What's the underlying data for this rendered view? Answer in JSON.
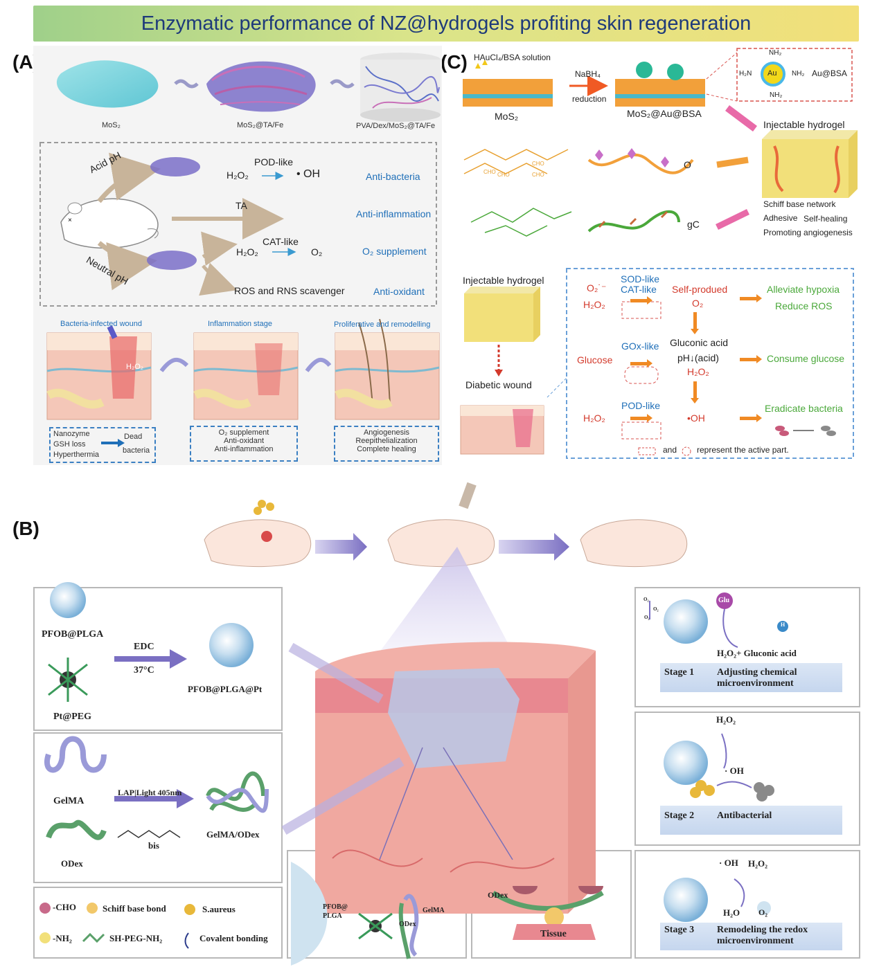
{
  "title": "Enzymatic performance of NZ@hydrogels profiting skin regeneration",
  "panels": {
    "a": "(A)",
    "b": "(B)",
    "c": "(C)"
  },
  "panelA": {
    "mos2": "MoS₂",
    "mos2_ta_fe": "MoS₂@TA/Fe",
    "pva": "PVA/Dex/MoS₂@TA/Fe",
    "acid_ph": "Acid pH",
    "neutral_ph": "Neutral pH",
    "pod_like": "POD-like",
    "h2o2_a": "H₂O₂",
    "oh": "• OH",
    "anti_bacteria": "Anti-bacteria",
    "ta": "TA",
    "anti_inflammation": "Anti-inflammation",
    "cat_like": "CAT-like",
    "h2o2_b": "H₂O₂",
    "o2": "O₂",
    "o2_supplement": "O₂ supplement",
    "ros_rns": "ROS and RNS scavenger",
    "anti_oxidant": "Anti-oxidant",
    "stage1": "Bacteria-infected wound",
    "stage2": "Inflammation stage",
    "stage3": "Proliferative and remodelling",
    "h2o2_wound": "H₂O₂",
    "box1_left": [
      "Nanozyme",
      "GSH loss",
      "Hyperthermia"
    ],
    "box1_dead": "Dead",
    "box1_bacteria": "bacteria",
    "box2": [
      "O₂ supplement",
      "Anti-oxidant",
      "Anti-inflammation"
    ],
    "box3": [
      "Angiogenesis",
      "Reepithelialization",
      "Complete healing"
    ]
  },
  "panelC": {
    "haucl": "HAuCl₄/BSA solution",
    "nabh4": "NaBH₄",
    "reduction": "reduction",
    "mos2": "MoS₂",
    "mos2_au": "MoS₂@Au@BSA",
    "nh2_top": "NH₂",
    "h2n": "H₂N",
    "au": "Au",
    "nh2_right": "NH₂",
    "nh2_bottom": "NH₂",
    "au_bsa": "Au@BSA",
    "injectable_title": "Injectable hydrogel",
    "cho1": "CHO",
    "cho2": "CHO",
    "cho3": "CHO",
    "cho4": "CHO",
    "o_label": "O",
    "gc_label": "gC",
    "prop1": "Schiff base network",
    "prop2": "Adhesive",
    "prop3": "Self-healing",
    "prop4": "Promoting angiogenesis",
    "injectable2": "Injectable hydrogel",
    "diabetic": "Diabetic wound",
    "o2_radical": "O₂˙⁻",
    "h2o2_1": "H₂O₂",
    "sod": "SOD-like",
    "cat": "CAT-like",
    "self_produced": "Self-produed",
    "o2_2": "O₂",
    "alleviate": "Alleviate hypoxia",
    "reduce": "Reduce ROS",
    "glucose": "Glucose",
    "gox": "GOx-like",
    "gluconic": "Gluconic acid",
    "ph_acid": "pH↓(acid)",
    "h2o2_2": "H₂O₂",
    "consume": "Consume glucose",
    "h2o2_3": "H₂O₂",
    "pod": "POD-like",
    "oh": "•OH",
    "eradicate": "Eradicate bacteria",
    "legend_and": "and",
    "legend_text": "represent the active part."
  },
  "panelB": {
    "pfob_plga": "PFOB@PLGA",
    "edc": "EDC",
    "temp": "37°C",
    "pfob_plga_pt": "PFOB@PLGA@Pt",
    "pt_peg": "Pt@PEG",
    "gelma": "GelMA",
    "lap": "LAP|Light 405nm",
    "gelma_odex": "GelMA/ODex",
    "odex": "ODex",
    "bis": "bis",
    "legend_cho": "-CHO",
    "legend_schiff": "Schiff base bond",
    "legend_saureus": "S.aureus",
    "legend_nh2": "-NH₂",
    "legend_shpeg": "SH-PEG-NH₂",
    "legend_covalent": "Covalent bonding",
    "zoom1_pfob": "PFOB@\nPLGA",
    "zoom1_gelma": "GelMA",
    "zoom1_odex": "ODex",
    "zoom2_odex": "ODex",
    "zoom2_tissue": "Tissue",
    "s1_o2a": "O₂",
    "s1_o2b": "O₂",
    "s1_o2c": "O₂",
    "s1_glu": "Glu",
    "s1_h": "H",
    "s1_product": "H₂O₂+ Gluconic acid",
    "s1_stage": "Stage 1",
    "s1_desc": "Adjusting chemical\nmicroenvironment",
    "s2_h2o2": "H₂O₂",
    "s2_oh": "· OH",
    "s2_stage": "Stage 2",
    "s2_desc": "Antibacterial",
    "s3_oh": "· OH",
    "s3_h2o2": "H₂O₂",
    "s3_h2o": "H₂O",
    "s3_o2": "O₂",
    "s3_stage": "Stage 3",
    "s3_desc": "Remodeling the redox\nmicroenvironment"
  },
  "colors": {
    "banner_text": "#1e3a7a",
    "blue_label": "#1f6fb8",
    "green_label": "#4aa83a",
    "red_label": "#d33a2c",
    "orange_arrow": "#f08a24",
    "purple_arrow": "#7a6fc2"
  }
}
